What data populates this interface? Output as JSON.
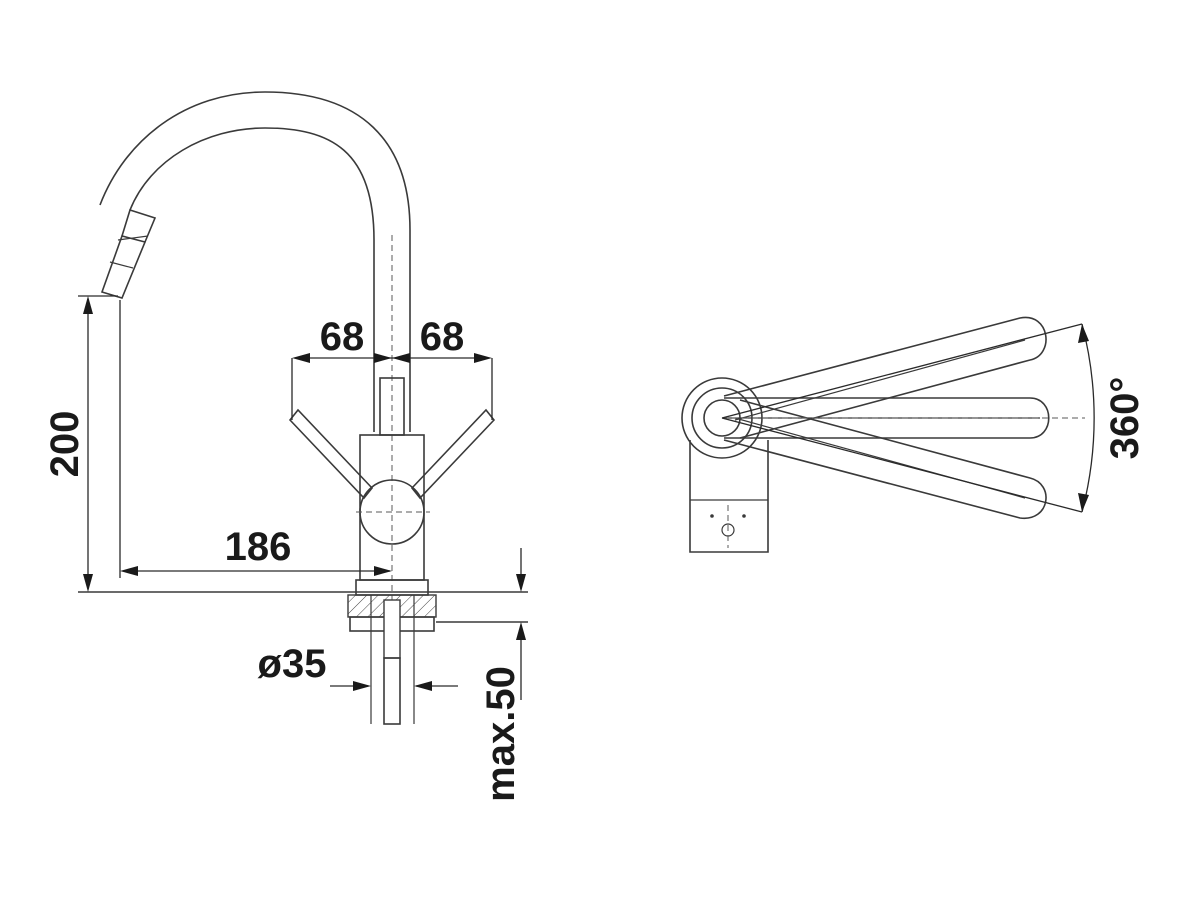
{
  "dimensions": {
    "height_spout": "200",
    "reach_spout": "186",
    "lever_left": "68",
    "lever_right": "68",
    "hole_diameter": "ø35",
    "max_thickness": "max.50",
    "swivel_angle": "360°"
  },
  "colors": {
    "line": "#3a3a3a",
    "text": "#1a1a1a",
    "background": "#ffffff"
  }
}
